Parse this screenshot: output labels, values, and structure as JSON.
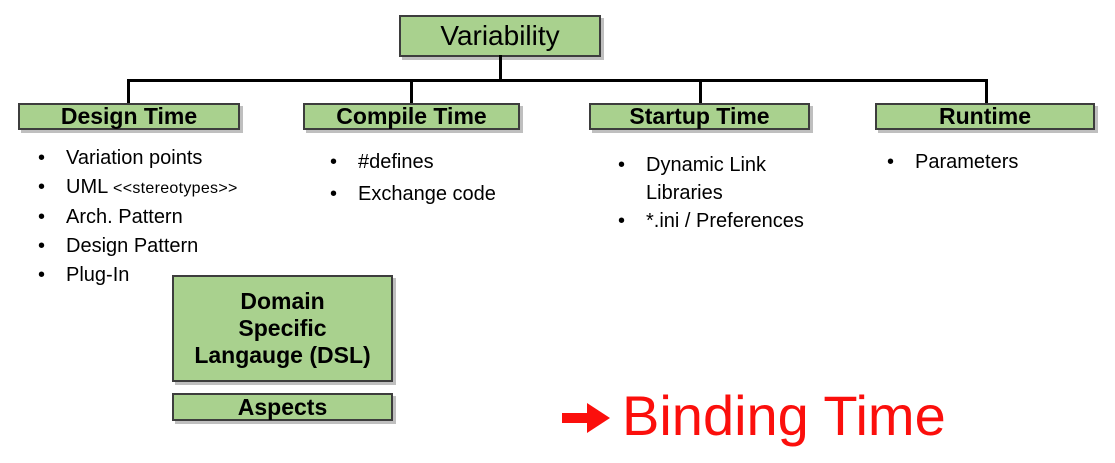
{
  "slide": {
    "colors": {
      "box_fill": "#a9d18e",
      "box_border": "#3d3d3d",
      "connector": "#000000",
      "text": "#000000",
      "accent_red": "#fb0f0c"
    },
    "root": {
      "label": "Variability"
    },
    "branches": [
      {
        "label": "Design Time",
        "items": [
          {
            "text": "Variation points"
          },
          {
            "text": "UML",
            "suffix": "<<stereotypes>>"
          },
          {
            "text": "Arch. Pattern"
          },
          {
            "text": "Design Pattern"
          },
          {
            "text": "Plug-In"
          }
        ]
      },
      {
        "label": "Compile Time",
        "items": [
          {
            "text": "#defines"
          },
          {
            "text": "Exchange code"
          }
        ]
      },
      {
        "label": "Startup Time",
        "items": [
          {
            "text": "Dynamic Link Libraries"
          },
          {
            "text": "*.ini / Preferences"
          }
        ]
      },
      {
        "label": "Runtime",
        "items": [
          {
            "text": "Parameters"
          }
        ]
      }
    ],
    "sub_boxes": {
      "dsl": {
        "label": "Domain\nSpecific\nLangauge (DSL)"
      },
      "aspects": {
        "label": "Aspects"
      }
    },
    "annotation": {
      "icon": "right-arrow",
      "text": "Binding Time"
    }
  }
}
